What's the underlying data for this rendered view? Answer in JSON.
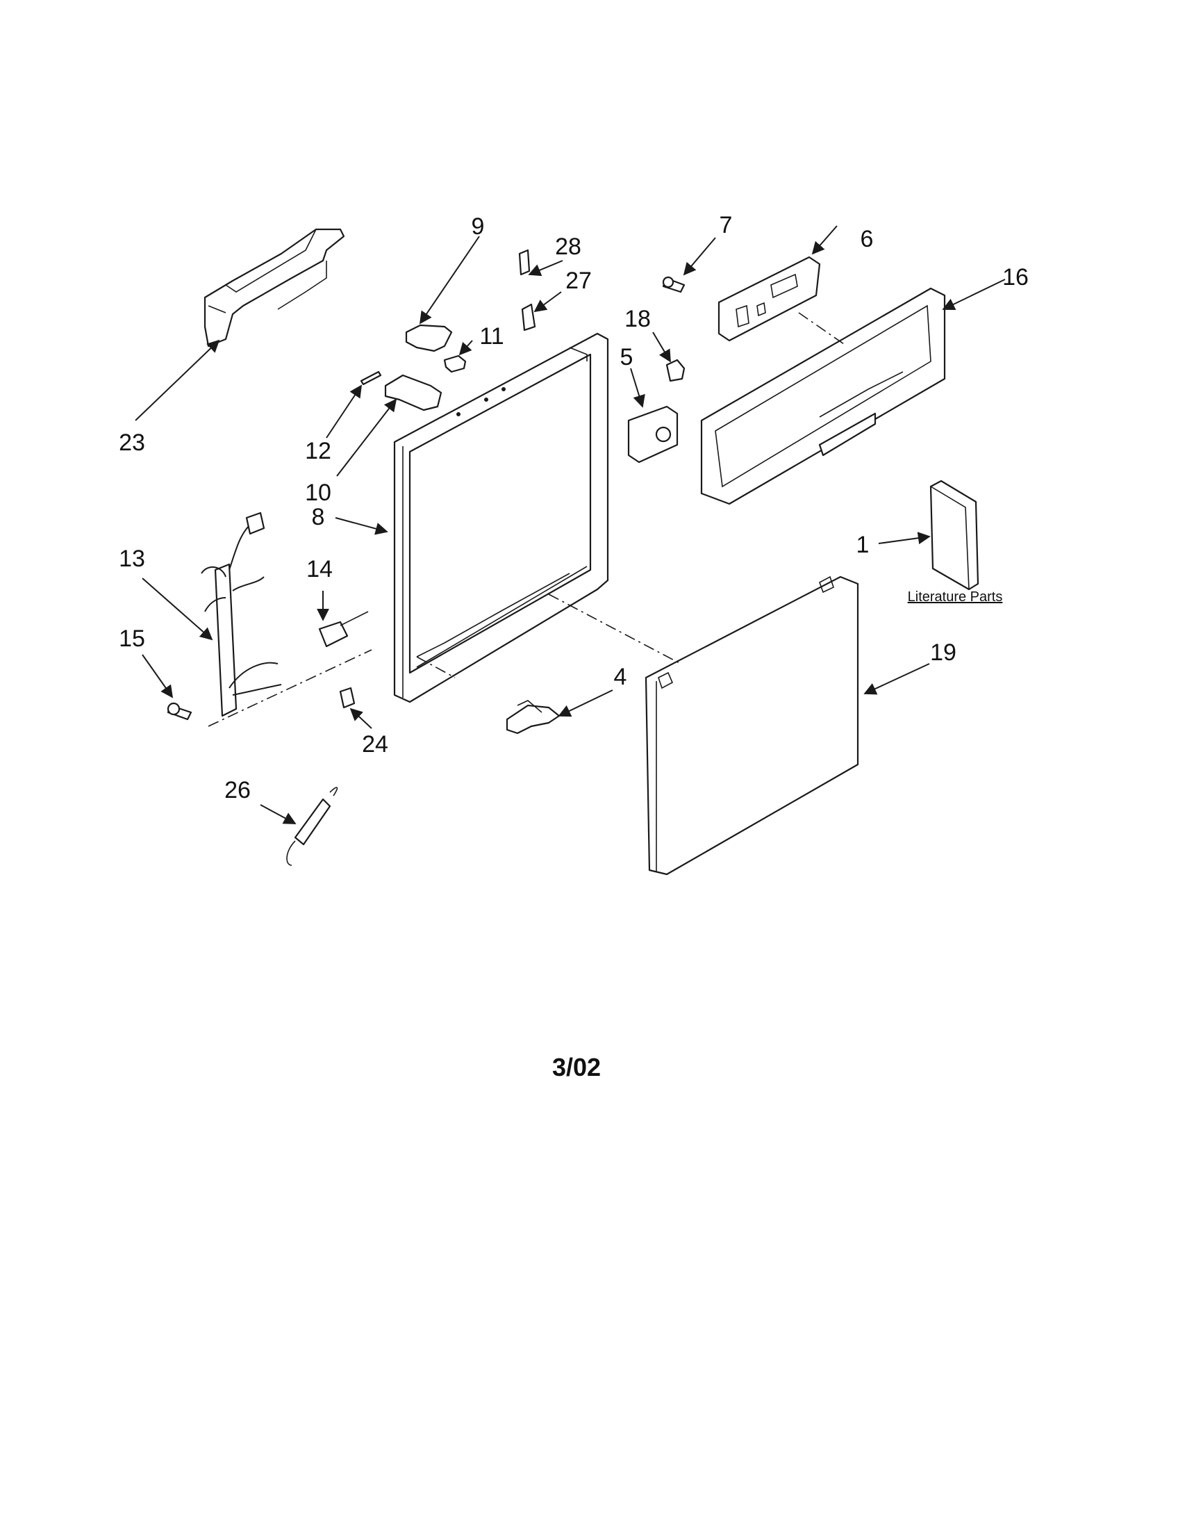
{
  "diagram": {
    "callouts": {
      "c1": "1",
      "c4": "4",
      "c5": "5",
      "c6": "6",
      "c7": "7",
      "c8": "8",
      "c9": "9",
      "c10": "10",
      "c11": "11",
      "c12": "12",
      "c13": "13",
      "c14": "14",
      "c15": "15",
      "c16": "16",
      "c18": "18",
      "c19": "19",
      "c23": "23",
      "c24": "24",
      "c26": "26",
      "c27": "27",
      "c28": "28"
    },
    "literature_label": "Literature Parts",
    "date": "3/02"
  }
}
